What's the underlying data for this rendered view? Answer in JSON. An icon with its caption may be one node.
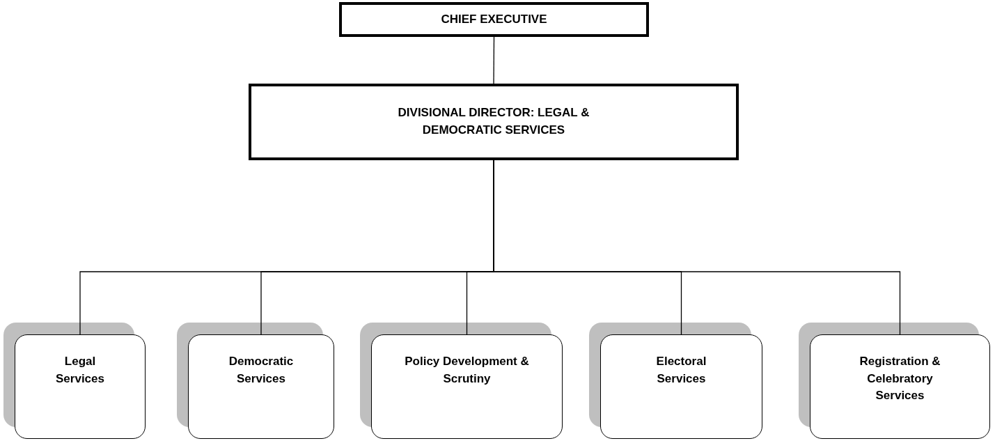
{
  "diagram": {
    "nodes": [
      {
        "text": [
          "CHIEF EXECUTIVE"
        ]
      },
      {
        "text": [
          "DIVISIONAL DIRECTOR: LEGAL & DEMOCRATIC SERVICES"
        ]
      },
      {
        "text": [
          "Legal Services"
        ]
      },
      {
        "text": [
          "Democratic Services"
        ]
      },
      {
        "text": [
          "Policy Development & Scrutiny"
        ]
      },
      {
        "text": [
          "Electoral Services"
        ]
      },
      {
        "text": [
          "Registration & Celebratory Services"
        ]
      }
    ],
    "edges": [
      {
        "from": 0,
        "to": 1,
        "arrow": "none"
      },
      {
        "from": 1,
        "to": 2,
        "arrow": "none"
      },
      {
        "from": 1,
        "to": 3,
        "arrow": "none"
      },
      {
        "from": 1,
        "to": 4,
        "arrow": "none"
      },
      {
        "from": 1,
        "to": 5,
        "arrow": "none"
      },
      {
        "from": 1,
        "to": 6,
        "arrow": "none"
      }
    ]
  }
}
